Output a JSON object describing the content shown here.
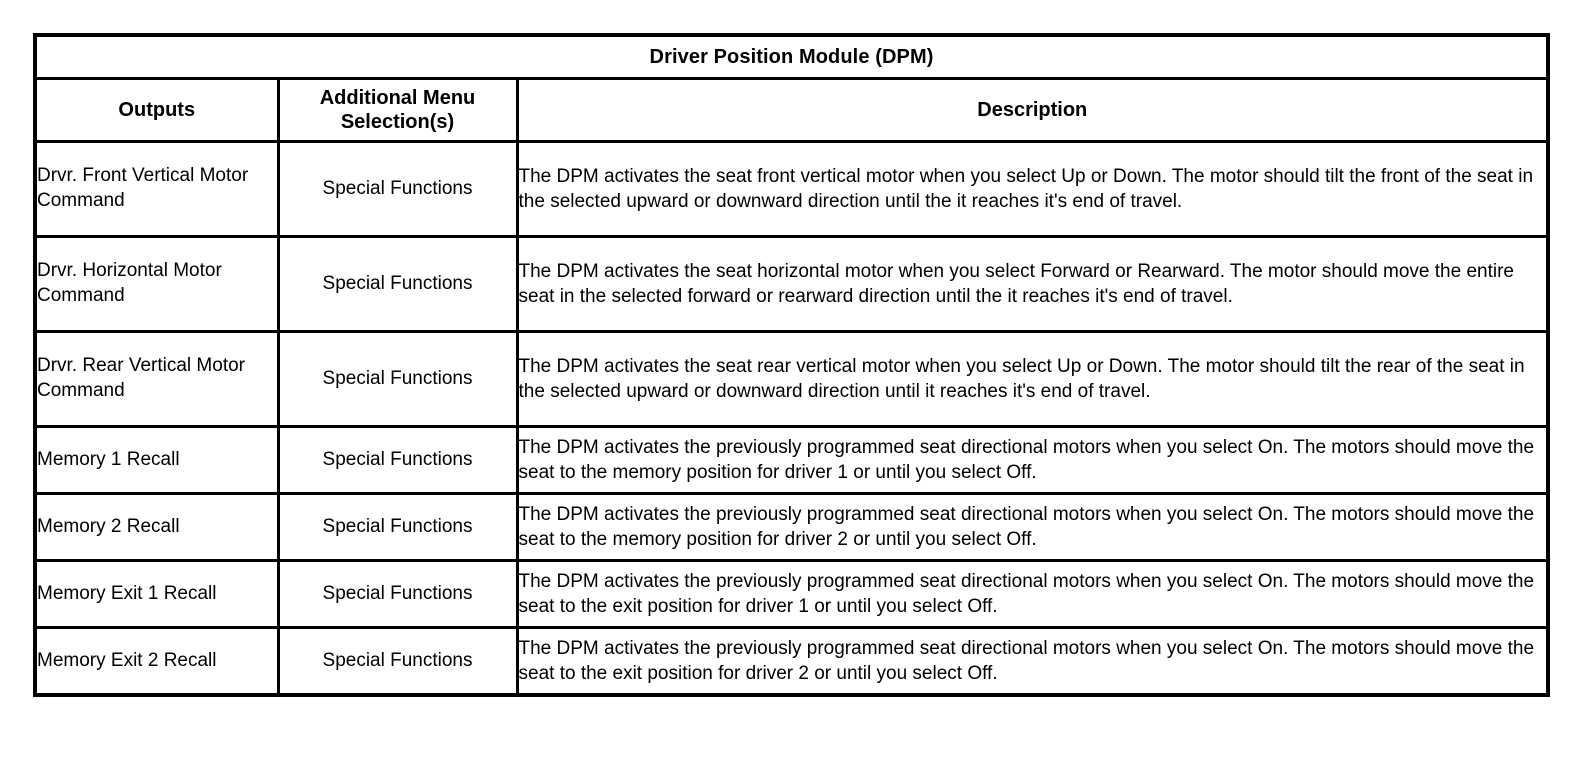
{
  "table": {
    "title": "Driver Position Module (DPM)",
    "headers": {
      "outputs": "Outputs",
      "menu_selection": "Additional Menu\nSelection(s)",
      "menu_selection_line1": "Additional Menu",
      "menu_selection_line2": "Selection(s)",
      "description": "Description"
    },
    "rows": [
      {
        "output": "Drvr. Front Vertical Motor Command",
        "menu": "Special Functions",
        "description": "The DPM activates the seat front vertical motor when you select Up or Down. The motor should tilt the front of the seat in the selected upward or downward direction until the it reaches it's end of travel."
      },
      {
        "output": "Drvr. Horizontal Motor Command",
        "menu": "Special Functions",
        "description": "The DPM activates the seat horizontal motor when you select Forward or Rearward. The motor should move the entire seat in the selected forward or rearward direction until the it reaches it's end of travel."
      },
      {
        "output": "Drvr. Rear Vertical Motor Command",
        "menu": "Special Functions",
        "description": "The DPM activates the seat rear vertical motor when you select Up or Down. The motor should tilt the rear of the seat in the selected upward or downward direction until it reaches it's end of travel."
      },
      {
        "output": "Memory 1 Recall",
        "menu": "Special Functions",
        "description": "The DPM activates the previously programmed seat directional motors when you select On. The motors should move the seat to the memory position for driver 1 or until you select Off."
      },
      {
        "output": "Memory 2 Recall",
        "menu": "Special Functions",
        "description": "The DPM activates the previously programmed seat directional motors when you select On. The motors should move the seat to the memory position for driver 2 or until you select Off."
      },
      {
        "output": "Memory Exit 1 Recall",
        "menu": "Special Functions",
        "description": "The DPM activates the previously programmed seat directional motors when you select On. The motors should move the seat to the exit position for driver 1 or until you select Off."
      },
      {
        "output": "Memory Exit 2 Recall",
        "menu": "Special Functions",
        "description": "The DPM activates the previously programmed seat directional motors when you select On. The motors should move the seat to the exit position for driver 2 or until you select Off."
      }
    ]
  },
  "style": {
    "border_color": "#000000",
    "text_color": "#000000",
    "background_color": "#ffffff"
  }
}
